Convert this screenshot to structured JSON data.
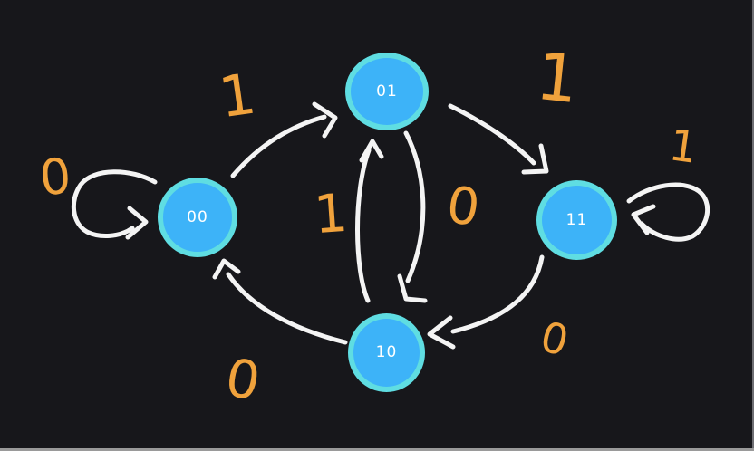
{
  "canvas": {
    "background": "#17171b",
    "stroke_color": "#f4f4f4",
    "label_color": "#f0a23c",
    "node_fill": "#3db3f8",
    "node_border": "#5fdde2",
    "node_text_color": "#ffffff",
    "bottom_edge_color": "#9a9a9a",
    "right_edge_color": "#6e6e73"
  },
  "diagram_type": "finite-state-machine",
  "states": [
    {
      "id": "00",
      "label": "00"
    },
    {
      "id": "01",
      "label": "01"
    },
    {
      "id": "11",
      "label": "11"
    },
    {
      "id": "10",
      "label": "10"
    }
  ],
  "transitions": [
    {
      "from": "00",
      "to": "00",
      "label": "0"
    },
    {
      "from": "00",
      "to": "01",
      "label": "1"
    },
    {
      "from": "01",
      "to": "11",
      "label": "1"
    },
    {
      "from": "11",
      "to": "11",
      "label": "1"
    },
    {
      "from": "01",
      "to": "10",
      "label": "0"
    },
    {
      "from": "10",
      "to": "01",
      "label": "1"
    },
    {
      "from": "11",
      "to": "10",
      "label": "0"
    },
    {
      "from": "10",
      "to": "00",
      "label": "0"
    }
  ]
}
